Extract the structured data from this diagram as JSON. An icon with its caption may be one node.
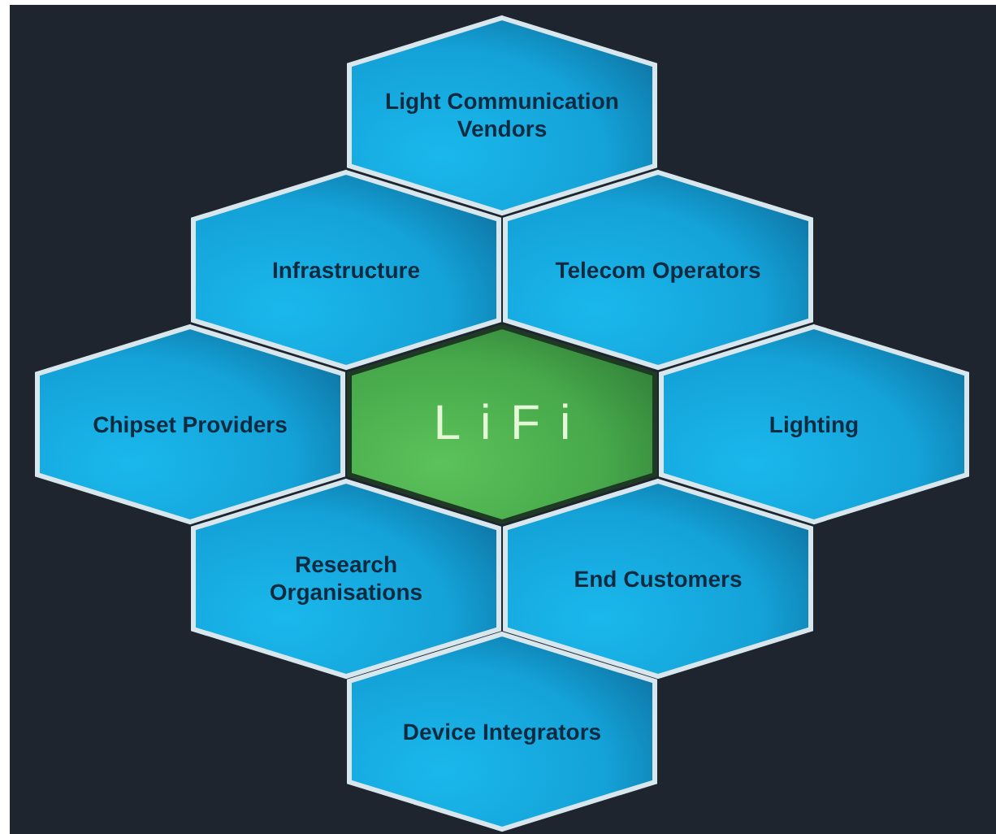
{
  "diagram": {
    "nodes": [
      {
        "text": [
          "Light Communication Vendors"
        ]
      },
      {
        "text": [
          "Infrastructure"
        ]
      },
      {
        "text": [
          "Telecom Operators"
        ]
      },
      {
        "text": [
          "Chipset Providers"
        ]
      },
      {
        "text": [
          "LiFi"
        ]
      },
      {
        "text": [
          "Lighting"
        ]
      },
      {
        "text": [
          "Research Organisations"
        ]
      },
      {
        "text": [
          "End Customers"
        ]
      },
      {
        "text": [
          "Device Integrators"
        ]
      }
    ]
  }
}
